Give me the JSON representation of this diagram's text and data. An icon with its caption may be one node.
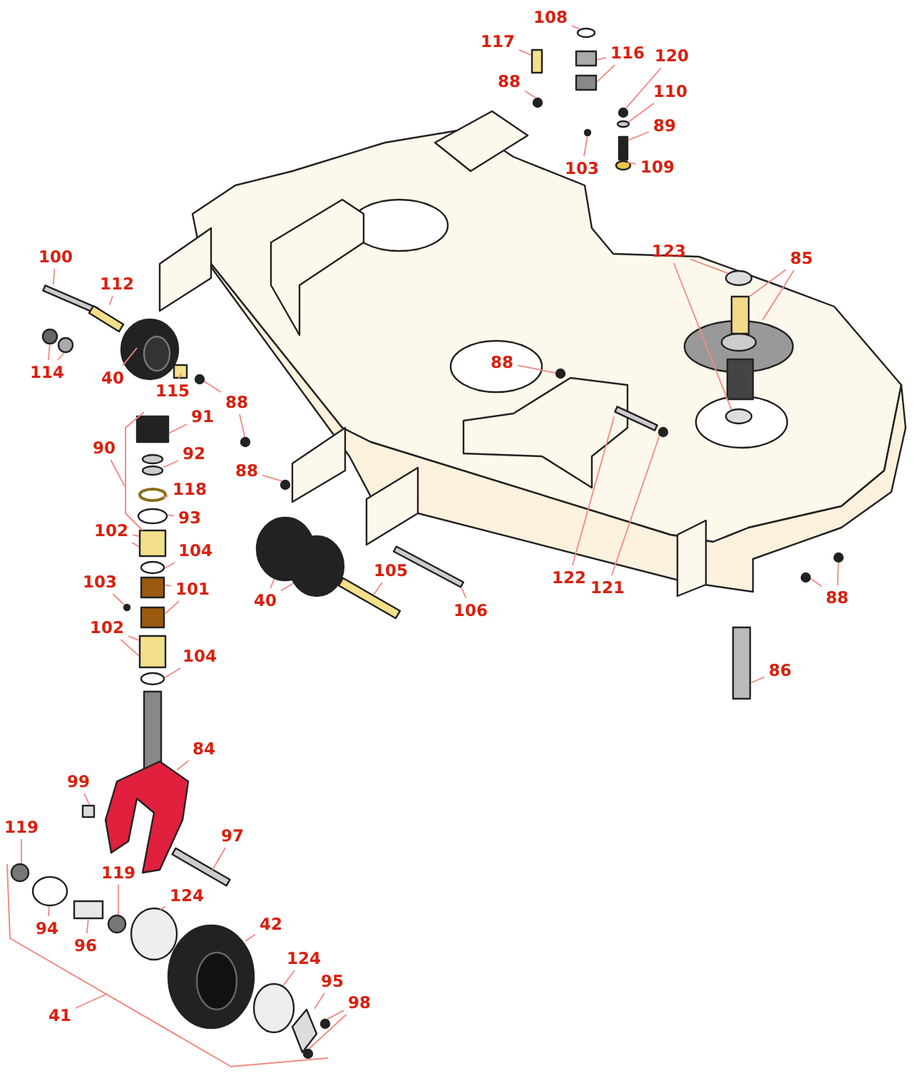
{
  "diagram": {
    "nodes": [
      {
        "text": [
          "108"
        ]
      },
      {
        "text": [
          "117"
        ]
      },
      {
        "text": [
          "116"
        ]
      },
      {
        "text": [
          "120"
        ]
      },
      {
        "text": [
          "88"
        ]
      },
      {
        "text": [
          "110"
        ]
      },
      {
        "text": [
          "89"
        ]
      },
      {
        "text": [
          "103"
        ]
      },
      {
        "text": [
          "109"
        ]
      },
      {
        "text": [
          "123"
        ]
      },
      {
        "text": [
          "85"
        ]
      },
      {
        "text": [
          "100"
        ]
      },
      {
        "text": [
          "112"
        ]
      },
      {
        "text": [
          "88"
        ]
      },
      {
        "text": [
          "114"
        ]
      },
      {
        "text": [
          "40"
        ]
      },
      {
        "text": [
          "115"
        ]
      },
      {
        "text": [
          "88"
        ]
      },
      {
        "text": [
          "91"
        ]
      },
      {
        "text": [
          "90"
        ]
      },
      {
        "text": [
          "92"
        ]
      },
      {
        "text": [
          "88"
        ]
      },
      {
        "text": [
          "118"
        ]
      },
      {
        "text": [
          "93"
        ]
      },
      {
        "text": [
          "102"
        ]
      },
      {
        "text": [
          "104"
        ]
      },
      {
        "text": [
          "105"
        ]
      },
      {
        "text": [
          "122"
        ]
      },
      {
        "text": [
          "103"
        ]
      },
      {
        "text": [
          "121"
        ]
      },
      {
        "text": [
          "101"
        ]
      },
      {
        "text": [
          "88"
        ]
      },
      {
        "text": [
          "40"
        ]
      },
      {
        "text": [
          "106"
        ]
      },
      {
        "text": [
          "102"
        ]
      },
      {
        "text": [
          "104"
        ]
      },
      {
        "text": [
          "86"
        ]
      },
      {
        "text": [
          "84"
        ]
      },
      {
        "text": [
          "99"
        ]
      },
      {
        "text": [
          "119"
        ]
      },
      {
        "text": [
          "97"
        ]
      },
      {
        "text": [
          "119"
        ]
      },
      {
        "text": [
          "124"
        ]
      },
      {
        "text": [
          "42"
        ]
      },
      {
        "text": [
          "94"
        ]
      },
      {
        "text": [
          "96"
        ]
      },
      {
        "text": [
          "124"
        ]
      },
      {
        "text": [
          "95"
        ]
      },
      {
        "text": [
          "41"
        ]
      },
      {
        "text": [
          "98"
        ]
      },
      {
        "text": [],
        "shape": "circle"
      },
      {
        "text": [],
        "shape": "box"
      },
      {
        "text": [],
        "shape": "box"
      },
      {
        "text": [],
        "shape": "box"
      },
      {
        "text": [],
        "shape": "circle"
      },
      {
        "text": [],
        "shape": "circle"
      },
      {
        "text": [],
        "shape": "circle"
      },
      {
        "text": [],
        "shape": "box"
      },
      {
        "text": [],
        "shape": "circle"
      },
      {
        "text": [],
        "shape": "circle"
      },
      {
        "text": [],
        "shape": "circle"
      },
      {
        "text": [],
        "shape": "picture"
      },
      {
        "text": [],
        "shape": "circle"
      },
      {
        "text": [],
        "shape": "box"
      },
      {
        "text": [],
        "shape": "bar"
      },
      {
        "text": [],
        "shape": "bar"
      },
      {
        "text": [],
        "shape": "circle"
      },
      {
        "text": [],
        "shape": "circle"
      },
      {
        "text": [],
        "shape": "circle"
      },
      {
        "text": [],
        "shape": "picture"
      },
      {
        "text": [],
        "shape": "box"
      },
      {
        "text": [],
        "shape": "circle"
      },
      {
        "text": [],
        "shape": "circle"
      },
      {
        "text": [],
        "shape": "box"
      },
      {
        "text": [],
        "shape": "picture"
      },
      {
        "text": [],
        "shape": "circle"
      },
      {
        "text": [],
        "shape": "circle"
      },
      {
        "text": [],
        "shape": "circle"
      },
      {
        "text": [],
        "shape": "box"
      },
      {
        "text": [],
        "shape": "circle"
      },
      {
        "text": [],
        "shape": "bar"
      },
      {
        "text": [],
        "shape": "bar"
      },
      {
        "text": [],
        "shape": "circle"
      },
      {
        "text": [],
        "shape": "circle"
      },
      {
        "text": [],
        "shape": "box"
      },
      {
        "text": [],
        "shape": "box"
      },
      {
        "text": [],
        "shape": "circle"
      },
      {
        "text": [],
        "shape": "circle"
      },
      {
        "text": [],
        "shape": "circle"
      },
      {
        "text": [],
        "shape": "circle"
      },
      {
        "text": [],
        "shape": "bar"
      },
      {
        "text": [],
        "shape": "box"
      },
      {
        "text": [],
        "shape": "circle"
      },
      {
        "text": [],
        "shape": "box"
      },
      {
        "text": [],
        "shape": "picture"
      },
      {
        "text": [],
        "shape": "box"
      },
      {
        "text": [],
        "shape": "circle"
      },
      {
        "text": [],
        "shape": "bar"
      },
      {
        "text": [],
        "shape": "circle"
      },
      {
        "text": [],
        "shape": "circle"
      },
      {
        "text": [],
        "shape": "picture"
      },
      {
        "text": [],
        "shape": "circle"
      },
      {
        "text": [],
        "shape": "box"
      },
      {
        "text": [],
        "shape": "circle"
      },
      {
        "text": [],
        "shape": "picture"
      },
      {
        "text": [],
        "shape": "circle"
      },
      {
        "text": [],
        "shape": "circle"
      },
      {
        "text": [],
        "shape": "bracket"
      }
    ],
    "edges": [
      {
        "from": 0,
        "to": 50,
        "arrow": "none"
      },
      {
        "from": 1,
        "to": 51,
        "arrow": "none"
      },
      {
        "from": 2,
        "to": 52,
        "arrow": "none"
      },
      {
        "from": 2,
        "to": 53,
        "arrow": "none"
      },
      {
        "from": 3,
        "to": 54,
        "arrow": "none"
      },
      {
        "from": 4,
        "to": 55,
        "arrow": "none"
      },
      {
        "from": 5,
        "to": 56,
        "arrow": "none"
      },
      {
        "from": 6,
        "to": 57,
        "arrow": "none"
      },
      {
        "from": 7,
        "to": 58,
        "arrow": "none"
      },
      {
        "from": 8,
        "to": 59,
        "arrow": "none"
      },
      {
        "from": 9,
        "to": 60,
        "arrow": "none"
      },
      {
        "from": 9,
        "to": 62,
        "arrow": "none"
      },
      {
        "from": 10,
        "to": 61,
        "arrow": "none"
      },
      {
        "from": 10,
        "to": 63,
        "arrow": "none"
      },
      {
        "from": 11,
        "to": 64,
        "arrow": "none"
      },
      {
        "from": 12,
        "to": 65,
        "arrow": "none"
      },
      {
        "from": 13,
        "to": 66,
        "arrow": "none"
      },
      {
        "from": 14,
        "to": 67,
        "arrow": "none"
      },
      {
        "from": 14,
        "to": 68,
        "arrow": "none"
      },
      {
        "from": 15,
        "to": 69,
        "arrow": "none"
      },
      {
        "from": 16,
        "to": 70,
        "arrow": "none"
      },
      {
        "from": 17,
        "to": 71,
        "arrow": "none"
      },
      {
        "from": 17,
        "to": 72,
        "arrow": "none"
      },
      {
        "from": 18,
        "to": 73,
        "arrow": "none"
      },
      {
        "from": 19,
        "to": 107,
        "arrow": "none"
      },
      {
        "from": 20,
        "to": 74,
        "arrow": "none"
      },
      {
        "from": 21,
        "to": 75,
        "arrow": "none"
      },
      {
        "from": 22,
        "to": 76,
        "arrow": "none"
      },
      {
        "from": 23,
        "to": 77,
        "arrow": "none"
      },
      {
        "from": 24,
        "to": 78,
        "arrow": "none"
      },
      {
        "from": 24,
        "to": 78,
        "arrow": "none"
      },
      {
        "from": 25,
        "to": 79,
        "arrow": "none"
      },
      {
        "from": 26,
        "to": 80,
        "arrow": "none"
      },
      {
        "from": 27,
        "to": 81,
        "arrow": "none"
      },
      {
        "from": 28,
        "to": 82,
        "arrow": "none"
      },
      {
        "from": 29,
        "to": 83,
        "arrow": "none"
      },
      {
        "from": 30,
        "to": 84,
        "arrow": "none"
      },
      {
        "from": 30,
        "to": 85,
        "arrow": "none"
      },
      {
        "from": 31,
        "to": 86,
        "arrow": "none"
      },
      {
        "from": 31,
        "to": 87,
        "arrow": "none"
      },
      {
        "from": 32,
        "to": 88,
        "arrow": "none"
      },
      {
        "from": 32,
        "to": 89,
        "arrow": "none"
      },
      {
        "from": 33,
        "to": 90,
        "arrow": "none"
      },
      {
        "from": 34,
        "to": 91,
        "arrow": "none"
      },
      {
        "from": 34,
        "to": 91,
        "arrow": "none"
      },
      {
        "from": 35,
        "to": 92,
        "arrow": "none"
      },
      {
        "from": 36,
        "to": 93,
        "arrow": "none"
      },
      {
        "from": 37,
        "to": 94,
        "arrow": "none"
      },
      {
        "from": 38,
        "to": 95,
        "arrow": "none"
      },
      {
        "from": 39,
        "to": 96,
        "arrow": "none"
      },
      {
        "from": 40,
        "to": 97,
        "arrow": "none"
      },
      {
        "from": 41,
        "to": 98,
        "arrow": "none"
      },
      {
        "from": 42,
        "to": 99,
        "arrow": "none"
      },
      {
        "from": 43,
        "to": 100,
        "arrow": "none"
      },
      {
        "from": 44,
        "to": 101,
        "arrow": "none"
      },
      {
        "from": 45,
        "to": 102,
        "arrow": "none"
      },
      {
        "from": 46,
        "to": 103,
        "arrow": "none"
      },
      {
        "from": 47,
        "to": 104,
        "arrow": "none"
      },
      {
        "from": 48,
        "to": null,
        "arrow": "none"
      },
      {
        "from": 49,
        "to": 105,
        "arrow": "none"
      },
      {
        "from": 49,
        "to": 106,
        "arrow": "none"
      }
    ]
  }
}
